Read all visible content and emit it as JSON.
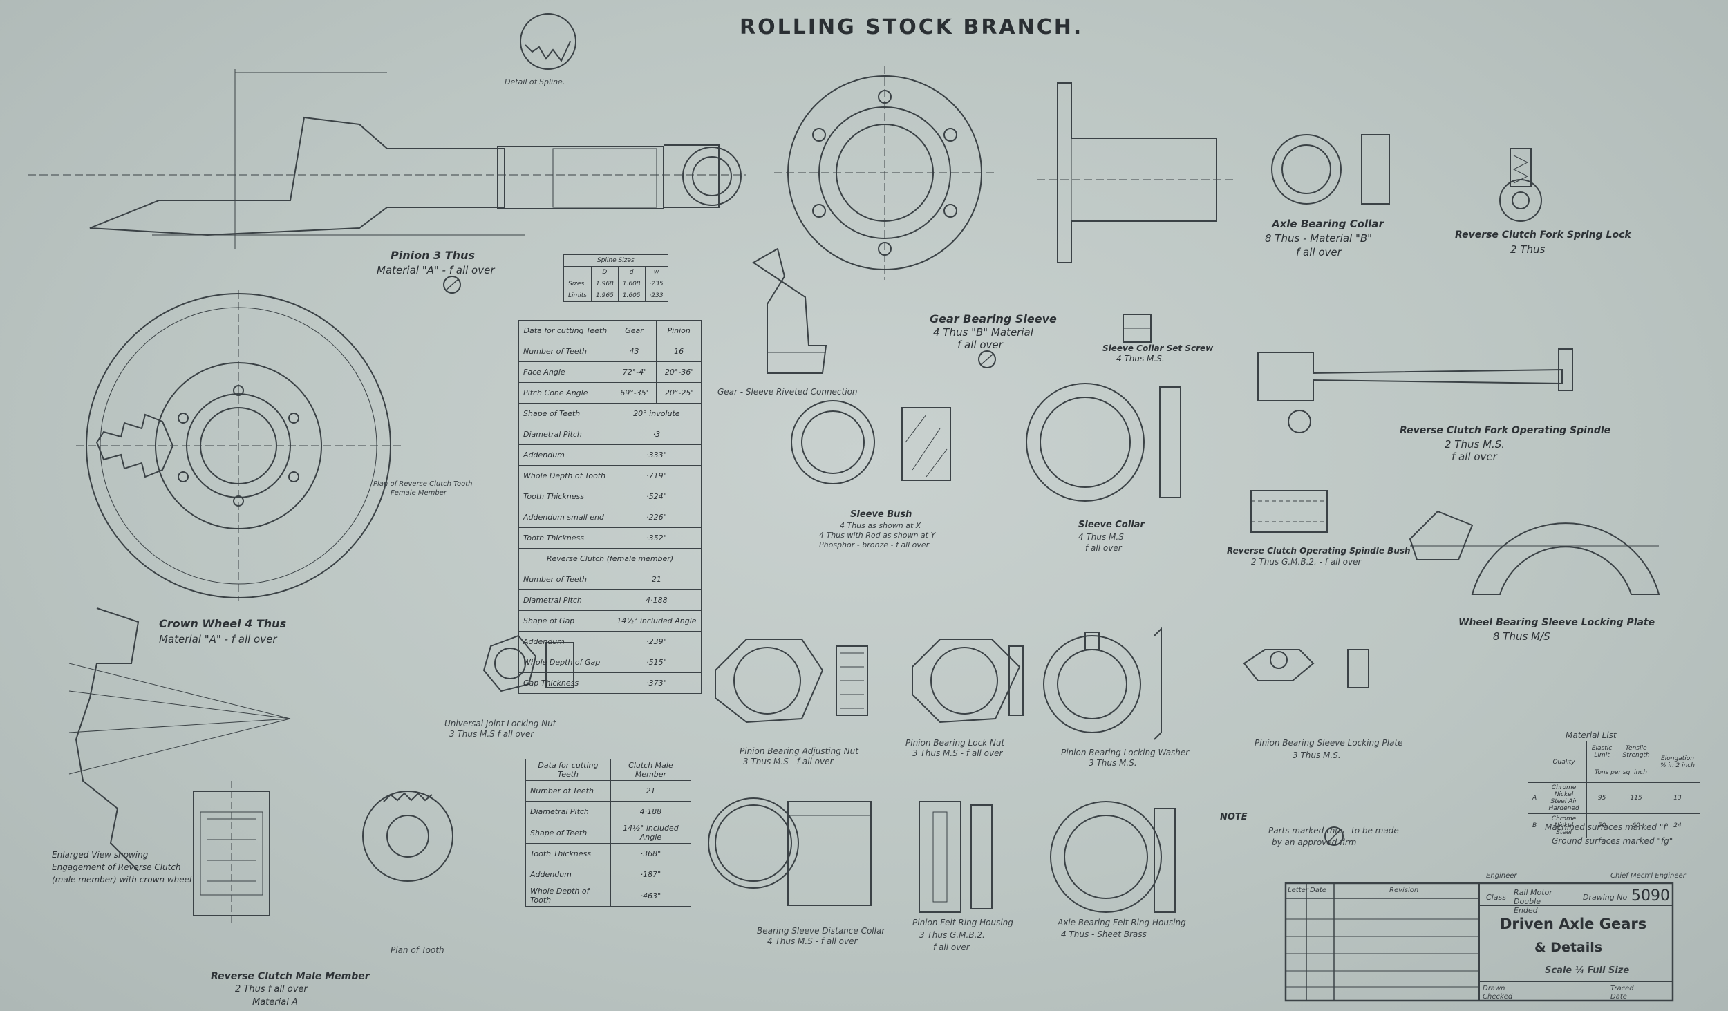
{
  "header": {
    "title": "ROLLING STOCK BRANCH."
  },
  "details": {
    "spline": "Detail of Spline.",
    "pinion": {
      "title": "Pinion 3 Thus",
      "material": "Material \"A\" - f all over"
    },
    "spline_sizes": {
      "title": "Spline Sizes",
      "cols": [
        "D",
        "d",
        "w"
      ],
      "rows": [
        {
          "label": "Sizes",
          "values": [
            "1.968",
            "1.608",
            "·235"
          ]
        },
        {
          "label": "Limits",
          "values": [
            "1.965",
            "1.605",
            "·233"
          ]
        }
      ]
    },
    "gear_sleeve_riveted": "Gear - Sleeve Riveted Connection",
    "gear_bearing_sleeve": {
      "title": "Gear Bearing Sleeve",
      "sub": "4 Thus \"B\" Material",
      "finish": "f all over"
    },
    "axle_bearing_collar": {
      "title": "Axle Bearing Collar",
      "sub": "8 Thus - Material \"B\"",
      "finish": "f all over"
    },
    "reverse_clutch_fork_spring_lock": {
      "title": "Reverse Clutch Fork Spring Lock",
      "sub": "2 Thus"
    },
    "sleeve_collar_set_screw": {
      "title": "Sleeve Collar Set Screw",
      "sub": "4 Thus M.S."
    },
    "reverse_clutch_fork_spindle": {
      "title": "Reverse Clutch Fork Operating Spindle",
      "sub": "2 Thus M.S.",
      "finish": "f all over"
    },
    "plan_reverse_clutch_tooth": {
      "title": "Plan of Reverse Clutch Tooth",
      "sub": "Female Member"
    },
    "sleeve_bush": {
      "title": "Sleeve Bush",
      "sub1": "4 Thus as shown at X",
      "sub2": "4 Thus with Rod as shown at Y",
      "sub3": "Phosphor - bronze - f all over"
    },
    "sleeve_collar": {
      "title": "Sleeve Collar",
      "sub": "4 Thus M.S",
      "finish": "f all over"
    },
    "reverse_clutch_spindle_bush": {
      "title": "Reverse Clutch Operating Spindle Bush",
      "sub": "2 Thus G.M.B.2. - f all over"
    },
    "crown_wheel": {
      "title": "Crown Wheel 4 Thus",
      "material": "Material \"A\" - f all over"
    },
    "wheel_bearing_locking_plate": {
      "title": "Wheel Bearing Sleeve Locking Plate",
      "sub": "8 Thus M/S"
    },
    "universal_joint_locking_nut": {
      "title": "Universal Joint Locking Nut",
      "sub": "3 Thus M.S f all over"
    },
    "pinion_bearing_adjusting_nut": {
      "title": "Pinion Bearing Adjusting Nut",
      "sub": "3 Thus M.S - f all over"
    },
    "pinion_bearing_lock_nut": {
      "title": "Pinion Bearing Lock Nut",
      "sub": "3 Thus M.S - f all over"
    },
    "pinion_bearing_locking_washer": {
      "title": "Pinion Bearing Locking Washer",
      "sub": "3 Thus M.S."
    },
    "pinion_bearing_sleeve_locking_plate": {
      "title": "Pinion Bearing Sleeve Locking Plate",
      "sub": "3 Thus M.S."
    },
    "enlarged_view": [
      "Enlarged View showing",
      "Engagement of Reverse Clutch",
      "(male member) with crown wheel"
    ],
    "reverse_clutch_male": {
      "title": "Reverse Clutch Male Member",
      "sub": "2 Thus f all over",
      "material": "Material A"
    },
    "plan_of_tooth": "Plan of Tooth",
    "bearing_sleeve_distance_collar": {
      "title": "Bearing Sleeve Distance Collar",
      "sub": "4 Thus M.S - f all over"
    },
    "pinion_felt_ring_housing": {
      "title": "Pinion Felt Ring Housing",
      "sub": "3 Thus G.M.B.2.",
      "finish": "f all over"
    },
    "axle_bearing_felt_ring_housing": {
      "title": "Axle Bearing Felt Ring Housing",
      "sub": "4 Thus - Sheet Brass"
    }
  },
  "gear_table": {
    "headers": [
      "Data for cutting Teeth",
      "Gear",
      "Pinion"
    ],
    "rows": [
      [
        "Number of Teeth",
        "43",
        "16"
      ],
      [
        "Face Angle",
        "72°-4'",
        "20°-36'"
      ],
      [
        "Pitch Cone Angle",
        "69°-35'",
        "20°-25'"
      ],
      [
        "Shape of Teeth",
        "20° involute",
        ""
      ],
      [
        "Diametral Pitch",
        "·3",
        ""
      ],
      [
        "Addendum",
        "·333\"",
        ""
      ],
      [
        "Whole Depth of Tooth",
        "·719\"",
        ""
      ],
      [
        "Tooth Thickness",
        "·524\"",
        ""
      ],
      [
        "Addendum small end",
        "·226\"",
        ""
      ],
      [
        "Tooth Thickness",
        "·352\"",
        ""
      ]
    ],
    "section": "Reverse Clutch (female member)",
    "rows2": [
      [
        "Number of Teeth",
        "21"
      ],
      [
        "Diametral Pitch",
        "4·188"
      ],
      [
        "Shape of Gap",
        "14½° included Angle"
      ],
      [
        "Addendum",
        "·239\""
      ],
      [
        "Whole Depth of Gap",
        "·515\""
      ],
      [
        "Gap Thickness",
        "·373\""
      ]
    ]
  },
  "clutch_table": {
    "headers": [
      "Data for cutting Teeth",
      "Clutch Male Member"
    ],
    "rows": [
      [
        "Number of Teeth",
        "21"
      ],
      [
        "Diametral Pitch",
        "4·188"
      ],
      [
        "Shape of Teeth",
        "14½° included Angle"
      ],
      [
        "Tooth Thickness",
        "·368\""
      ],
      [
        "Addendum",
        "·187\""
      ],
      [
        "Whole Depth of Tooth",
        "·463\""
      ]
    ]
  },
  "material_list": {
    "title": "Material List",
    "headers": [
      "",
      "Quality",
      "Elastic Limit",
      "Tensile Strength",
      "Elongation % in 2 inch"
    ],
    "units": "Tons per sq. inch",
    "rows": [
      [
        "A",
        "Chrome Nickel Steel Air Hardened",
        "95",
        "115",
        "13"
      ],
      [
        "B",
        "Chrome Nickel Steel",
        "50",
        "60",
        "24"
      ]
    ],
    "machined": "Machined surfaces marked \"f\"",
    "ground": "Ground surfaces marked \"fg\""
  },
  "note": {
    "label": "NOTE",
    "text1": "Parts marked thus",
    "text2": "to be made",
    "text3": "by an approved firm"
  },
  "signatures": {
    "engineer": "Engineer",
    "chief": "Chief Mech'l Engineer"
  },
  "title_block": {
    "class_label": "Class",
    "class_value": "Rail Motor Double Ended",
    "drawing_no_label": "Drawing No",
    "drawing_no": "5090",
    "title1": "Driven Axle Gears",
    "title2": "& Details",
    "scale": "Scale ¼ Full Size",
    "drawn": "Drawn",
    "checked": "Checked",
    "traced": "Traced",
    "date_label": "Date",
    "revision_headers": [
      "Letter",
      "Date",
      "Revision"
    ]
  },
  "colors": {
    "paper": "#bcc6c4",
    "ink": "#2d3236"
  }
}
